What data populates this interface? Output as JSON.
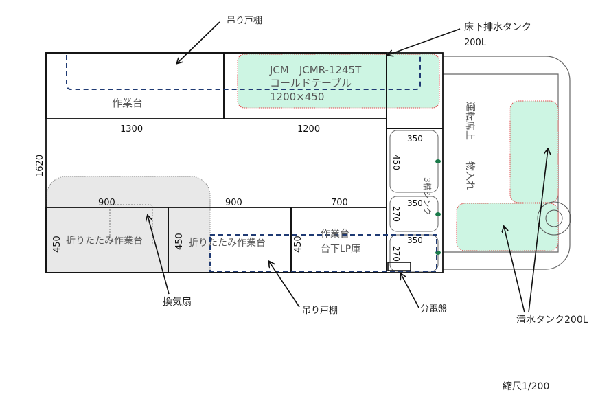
{
  "labels": {
    "hanging_cabinet_top": "吊り戸棚",
    "floor_tank": "床下排水タンク",
    "floor_tank_capacity": "200L",
    "worktable_top": "作業台",
    "cold_table_model": "JCM　JCMR-1245T",
    "cold_table_name": "コールドテーブル",
    "cold_table_size": "1200×450",
    "driver_seat_storage_1": "運転席上",
    "driver_seat_storage_2": "物入れ",
    "sink": "3槽シンク",
    "folding_table_1": "折りたたみ作業台",
    "folding_table_2": "折りたたみ作業台",
    "lp_table_1": "作業台",
    "lp_table_2": "台下LP庫",
    "vent_fan": "換気扇",
    "hanging_cabinet_bottom": "吊り戸棚",
    "breaker": "分電盤",
    "fresh_tank": "清水タンク200L",
    "scale": "縮尺1/200"
  },
  "dimensions": {
    "top_left_width": "1300",
    "top_right_width": "1200",
    "overall_depth": "1620",
    "bottom_1_width": "900",
    "bottom_2_width": "900",
    "bottom_3_width": "700",
    "bottom_1_depth": "450",
    "bottom_2_depth": "450",
    "bottom_3_depth": "450",
    "sink_1_width": "350",
    "sink_1_depth": "450",
    "sink_2_width": "350",
    "sink_2_depth": "270",
    "sink_3_width": "350",
    "sink_3_depth": "270"
  },
  "colors": {
    "tank_fill": "#cdf5e3",
    "tank_border": "#e05050",
    "cabinet_dash": "#1f3a73",
    "fold_fill": "#e8e8e8"
  }
}
